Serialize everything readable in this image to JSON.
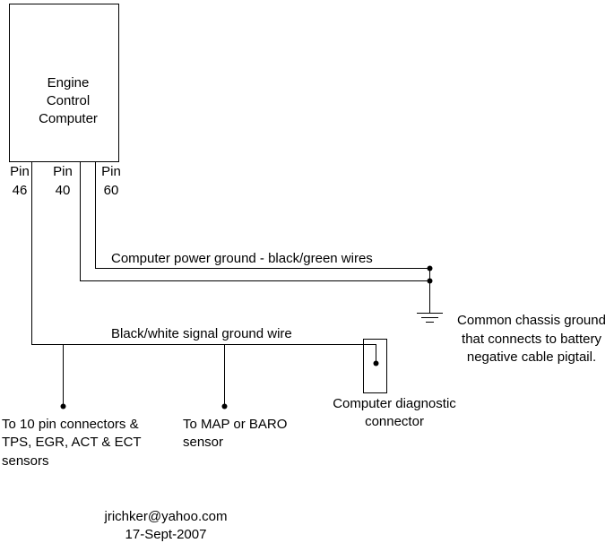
{
  "ecu": {
    "label_line1": "Engine",
    "label_line2": "Control",
    "label_line3": "Computer"
  },
  "pins": [
    {
      "label": "Pin",
      "number": "46"
    },
    {
      "label": "Pin",
      "number": "40"
    },
    {
      "label": "Pin",
      "number": "60"
    }
  ],
  "wires": {
    "power_ground_label": "Computer power ground - black/green wires",
    "signal_ground_label": "Black/white signal ground wire"
  },
  "chassis_ground": {
    "line1": "Common chassis ground",
    "line2": "that connects to battery",
    "line3": "negative cable pigtail."
  },
  "diagnostic_connector": {
    "line1": "Computer diagnostic",
    "line2": "connector"
  },
  "sensors_left": {
    "line1": "To 10 pin connectors &",
    "line2": "TPS, EGR, ACT & ECT",
    "line3": "sensors"
  },
  "sensors_map": {
    "line1": "To MAP or BARO",
    "line2": "sensor"
  },
  "footer": {
    "email": "jrichker@yahoo.com",
    "date": "17-Sept-2007"
  }
}
